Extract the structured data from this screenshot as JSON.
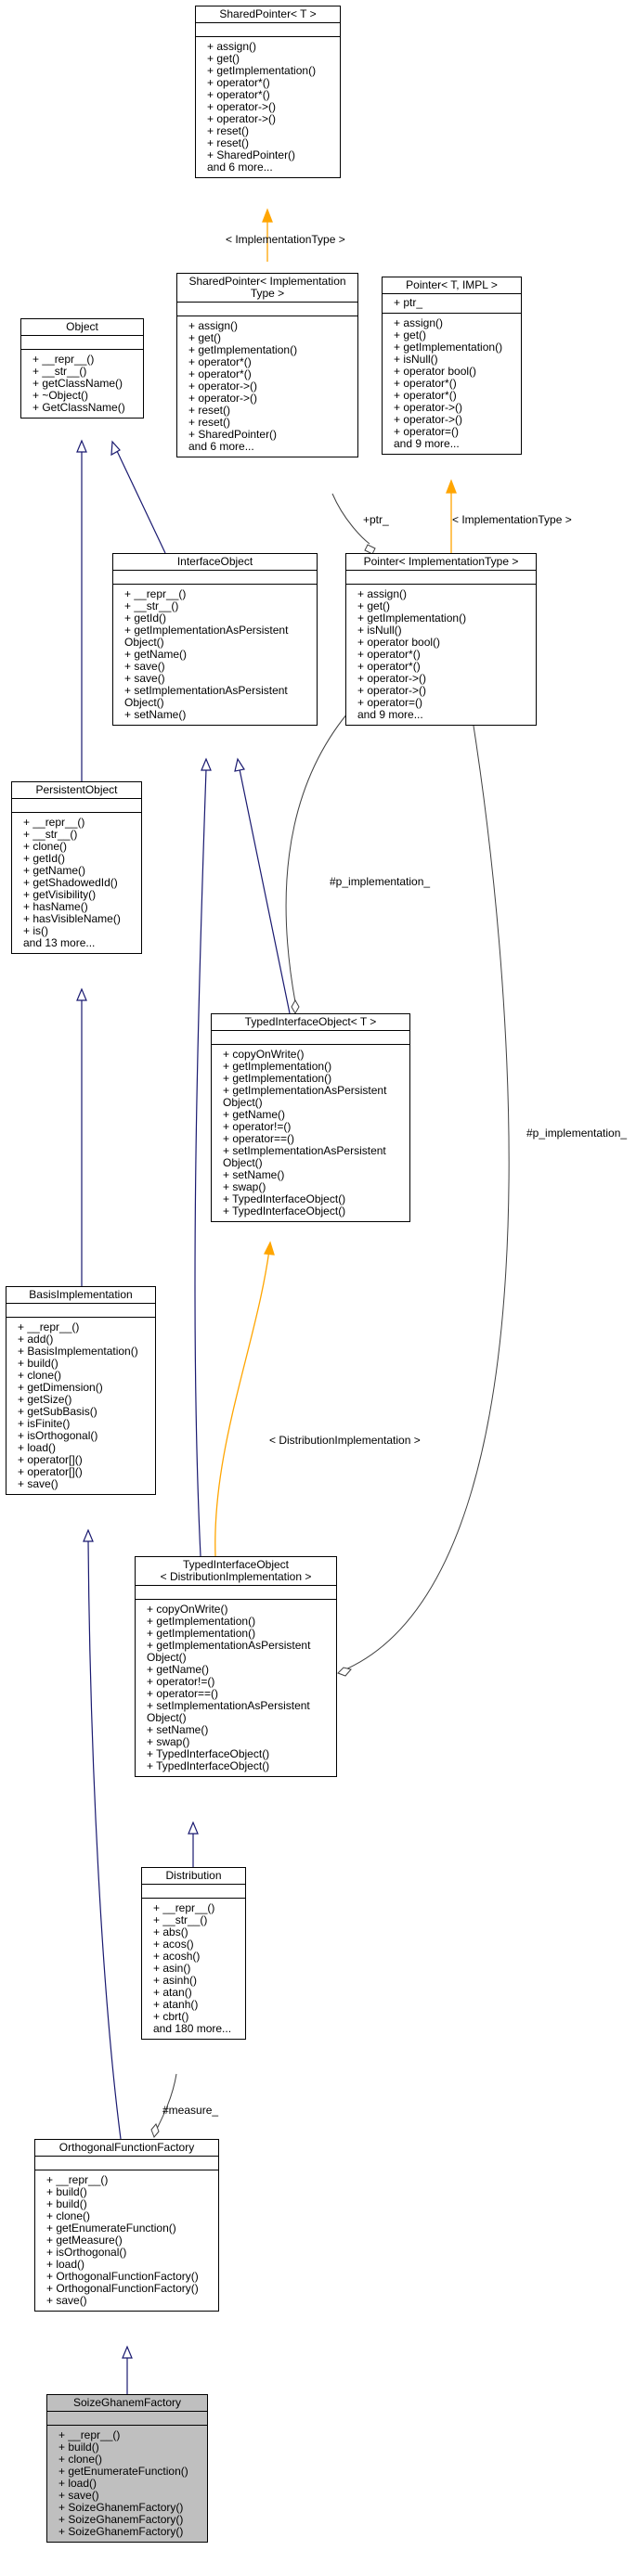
{
  "nodes": [
    {
      "id": "shared_pointer_t",
      "title": "SharedPointer< T >",
      "attrs": [],
      "ops": [
        "+ assign()",
        "+ get()",
        "+ getImplementation()",
        "+ operator*()",
        "+ operator*()",
        "+ operator->()",
        "+ operator->()",
        "+ reset()",
        "+ reset()",
        "+ SharedPointer()",
        "and 6 more..."
      ]
    },
    {
      "id": "shared_pointer_impl",
      "title": "SharedPointer< Implementation\nType >",
      "attrs": [],
      "ops": [
        "+ assign()",
        "+ get()",
        "+ getImplementation()",
        "+ operator*()",
        "+ operator*()",
        "+ operator->()",
        "+ operator->()",
        "+ reset()",
        "+ reset()",
        "+ SharedPointer()",
        "and 6 more..."
      ]
    },
    {
      "id": "pointer_t_impl",
      "title": "Pointer< T, IMPL >",
      "attrs": [
        "+ ptr_"
      ],
      "ops": [
        "+ assign()",
        "+ get()",
        "+ getImplementation()",
        "+ isNull()",
        "+ operator bool()",
        "+ operator*()",
        "+ operator*()",
        "+ operator->()",
        "+ operator->()",
        "+ operator=()",
        "and 9 more..."
      ]
    },
    {
      "id": "object",
      "title": "Object",
      "attrs": [],
      "ops": [
        "+ __repr__()",
        "+ __str__()",
        "+ getClassName()",
        "+ ~Object()",
        "+ GetClassName()"
      ]
    },
    {
      "id": "interface_object",
      "title": "InterfaceObject",
      "attrs": [],
      "ops": [
        "+ __repr__()",
        "+ __str__()",
        "+ getId()",
        "+ getImplementationAsPersistent",
        "Object()",
        "+ getName()",
        "+ save()",
        "+ save()",
        "+ setImplementationAsPersistent",
        "Object()",
        "+ setName()"
      ]
    },
    {
      "id": "pointer_impl",
      "title": "Pointer< ImplementationType >",
      "attrs": [],
      "ops": [
        "+ assign()",
        "+ get()",
        "+ getImplementation()",
        "+ isNull()",
        "+ operator bool()",
        "+ operator*()",
        "+ operator*()",
        "+ operator->()",
        "+ operator->()",
        "+ operator=()",
        "and 9 more..."
      ]
    },
    {
      "id": "persistent_object",
      "title": "PersistentObject",
      "attrs": [],
      "ops": [
        "+ __repr__()",
        "+ __str__()",
        "+ clone()",
        "+ getId()",
        "+ getName()",
        "+ getShadowedId()",
        "+ getVisibility()",
        "+ hasName()",
        "+ hasVisibleName()",
        "+ is()",
        "and 13 more..."
      ]
    },
    {
      "id": "typed_interface_object_t",
      "title": "TypedInterfaceObject< T >",
      "attrs": [],
      "ops": [
        "+ copyOnWrite()",
        "+ getImplementation()",
        "+ getImplementation()",
        "+ getImplementationAsPersistent",
        "Object()",
        "+ getName()",
        "+ operator!=()",
        "+ operator==()",
        "+ setImplementationAsPersistent",
        "Object()",
        "+ setName()",
        "+ swap()",
        "+ TypedInterfaceObject()",
        "+ TypedInterfaceObject()"
      ]
    },
    {
      "id": "basis_implementation",
      "title": "BasisImplementation",
      "attrs": [],
      "ops": [
        "+ __repr__()",
        "+ add()",
        "+ BasisImplementation()",
        "+ build()",
        "+ clone()",
        "+ getDimension()",
        "+ getSize()",
        "+ getSubBasis()",
        "+ isFinite()",
        "+ isOrthogonal()",
        "+ load()",
        "+ operator[]()",
        "+ operator[]()",
        "+ save()"
      ]
    },
    {
      "id": "typed_interface_object_dist",
      "title": "TypedInterfaceObject\n< DistributionImplementation >",
      "attrs": [],
      "ops": [
        "+ copyOnWrite()",
        "+ getImplementation()",
        "+ getImplementation()",
        "+ getImplementationAsPersistent",
        "Object()",
        "+ getName()",
        "+ operator!=()",
        "+ operator==()",
        "+ setImplementationAsPersistent",
        "Object()",
        "+ setName()",
        "+ swap()",
        "+ TypedInterfaceObject()",
        "+ TypedInterfaceObject()"
      ]
    },
    {
      "id": "distribution",
      "title": "Distribution",
      "attrs": [],
      "ops": [
        "+ __repr__()",
        "+ __str__()",
        "+ abs()",
        "+ acos()",
        "+ acosh()",
        "+ asin()",
        "+ asinh()",
        "+ atan()",
        "+ atanh()",
        "+ cbrt()",
        "and 180 more..."
      ]
    },
    {
      "id": "orthogonal_function_factory",
      "title": "OrthogonalFunctionFactory",
      "attrs": [],
      "ops": [
        "+ __repr__()",
        "+ build()",
        "+ build()",
        "+ clone()",
        "+ getEnumerateFunction()",
        "+ getMeasure()",
        "+ isOrthogonal()",
        "+ load()",
        "+ OrthogonalFunctionFactory()",
        "+ OrthogonalFunctionFactory()",
        "+ save()"
      ]
    },
    {
      "id": "soize_ghanem_factory",
      "title": "SoizeGhanemFactory",
      "attrs": [],
      "ops": [
        "+ __repr__()",
        "+ build()",
        "+ clone()",
        "+ getEnumerateFunction()",
        "+ load()",
        "+ save()",
        "+ SoizeGhanemFactory()",
        "+ SoizeGhanemFactory()",
        "+ SoizeGhanemFactory()"
      ]
    }
  ],
  "edge_labels": {
    "impl_type_1": "< ImplementationType >",
    "impl_type_2": "< ImplementationType >",
    "ptr": "+ptr_",
    "p_impl_1": "#p_implementation_",
    "p_impl_2": "#p_implementation_",
    "dist_impl": "< DistributionImplementation >",
    "measure": "#measure_"
  },
  "colors": {
    "inheritance": "#191970",
    "template": "#ffa500",
    "association": "#404040",
    "current_node_fill": "#bfbfbf"
  }
}
